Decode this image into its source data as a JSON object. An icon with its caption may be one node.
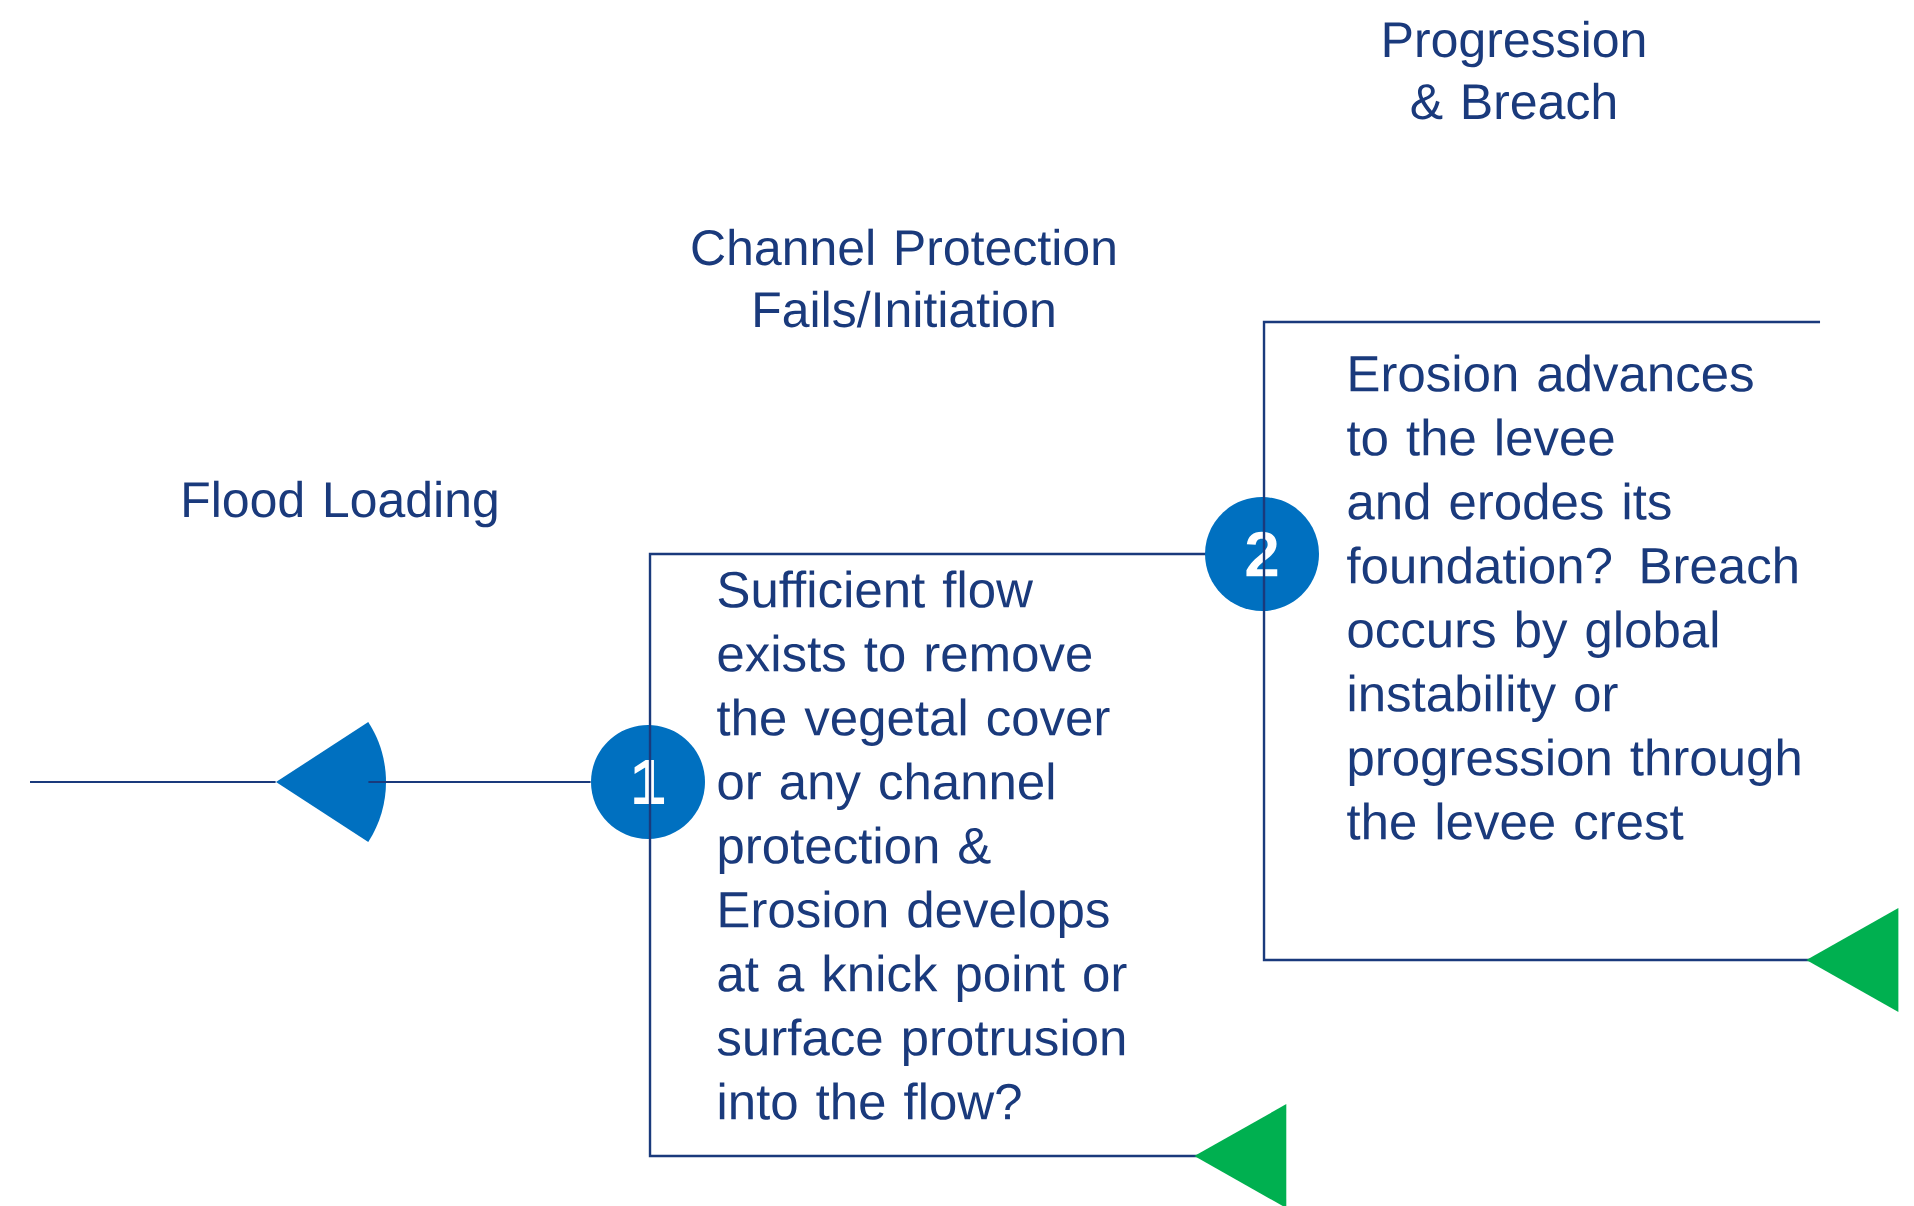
{
  "diagram": {
    "nodes": [
      {
        "text": [
          "1"
        ]
      },
      {
        "text": [
          "Sufficient flow exists to remove the vegetal cover or any channel protection & Erosion develops at a knick point or surface protrusion into the flow?"
        ]
      },
      {
        "text": [
          "2"
        ]
      },
      {
        "text": [
          "Erosion advances to the levee and erodes its foundation? Breach occurs by global instability or progression through the levee crest"
        ]
      },
      {
        "text": [],
        "shape": "triangle"
      },
      {
        "text": [],
        "shape": "triangle"
      },
      {
        "text": [],
        "shape": "wedge"
      }
    ],
    "edges": [
      {
        "from": 0,
        "to": 6,
        "arrow": "none"
      },
      {
        "from": 6,
        "to": null,
        "arrow": "none"
      }
    ],
    "labels": [
      "Progression & Breach",
      "Channel Protection Fails/Initiation",
      "Flood Loading"
    ]
  }
}
